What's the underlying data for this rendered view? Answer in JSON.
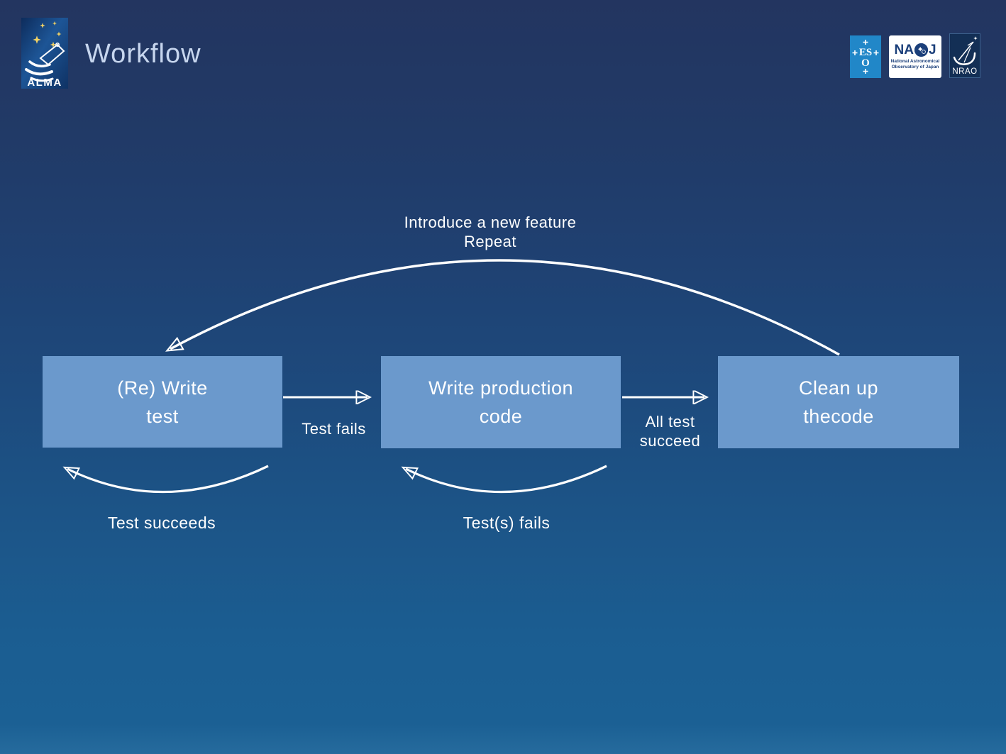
{
  "slide": {
    "title": "Workflow"
  },
  "logos": {
    "alma": {
      "label": "ALMA"
    },
    "eso": {
      "lines": [
        "ES",
        "O"
      ]
    },
    "naoj": {
      "letters_left": "NA",
      "letters_right": "J",
      "subtitle_lines": [
        "National Astronomical",
        "Observatory of Japan"
      ]
    },
    "nrao": {
      "label": "NRAO"
    }
  },
  "diagram": {
    "nodes": [
      {
        "id": "write-test",
        "lines": [
          "(Re) Write",
          "test"
        ]
      },
      {
        "id": "production-code",
        "lines": [
          "Write production",
          "code"
        ]
      },
      {
        "id": "clean-up",
        "lines": [
          "Clean up",
          "thecode"
        ]
      }
    ],
    "labels": {
      "repeat": {
        "lines": [
          "Introduce a new feature",
          "Repeat"
        ]
      },
      "test_fails": {
        "text": "Test fails"
      },
      "all_test_succeed": {
        "lines": [
          "All test",
          "succeed"
        ]
      },
      "test_succeeds": {
        "text": "Test succeeds"
      },
      "tests_fails": {
        "text": "Test(s) fails"
      }
    }
  },
  "colors": {
    "background_top": "#233560",
    "background_bottom": "#1b6094",
    "node_fill": "#6b99cc",
    "arrow": "#ffffff",
    "title_text": "#c7d6ee",
    "eso_blue": "#2187c8",
    "naoj_navy": "#1b3f7a",
    "nrao_navy": "#132f55",
    "alma_star_yellow": "#f2d264"
  }
}
